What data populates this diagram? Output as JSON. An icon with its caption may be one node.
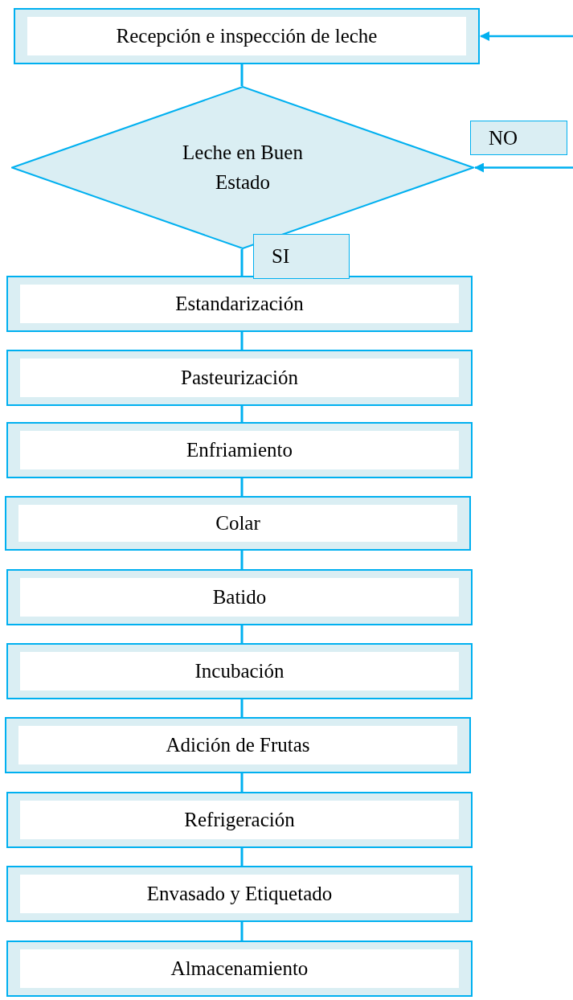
{
  "diagram": {
    "nodes": [
      {
        "text": [
          "Recepción e inspección de leche"
        ]
      },
      {
        "text": [
          "Leche en Buen Estado"
        ]
      },
      {
        "text": [
          "NO"
        ]
      },
      {
        "text": [
          "SI"
        ]
      },
      {
        "text": [
          "Estandarización"
        ]
      },
      {
        "text": [
          "Pasteurización"
        ]
      },
      {
        "text": [
          "Enfriamiento"
        ]
      },
      {
        "text": [
          "Colar"
        ]
      },
      {
        "text": [
          "Batido"
        ]
      },
      {
        "text": [
          "Incubación"
        ]
      },
      {
        "text": [
          "Adición de Frutas"
        ]
      },
      {
        "text": [
          "Refrigeración"
        ]
      },
      {
        "text": [
          "Envasado y Etiquetado"
        ]
      },
      {
        "text": [
          "Almacenamiento"
        ]
      }
    ],
    "edges": [
      {
        "from": null,
        "to": 0,
        "arrow": "to"
      },
      {
        "from": null,
        "to": 1,
        "arrow": "to"
      },
      {
        "from": 0,
        "to": 1,
        "arrow": "none"
      },
      {
        "from": 1,
        "to": 4,
        "arrow": "none"
      },
      {
        "from": 4,
        "to": 5,
        "arrow": "none"
      },
      {
        "from": 5,
        "to": 6,
        "arrow": "none"
      },
      {
        "from": 6,
        "to": 7,
        "arrow": "none"
      },
      {
        "from": 7,
        "to": 8,
        "arrow": "none"
      },
      {
        "from": 8,
        "to": 9,
        "arrow": "none"
      },
      {
        "from": 9,
        "to": 10,
        "arrow": "none"
      },
      {
        "from": 10,
        "to": 11,
        "arrow": "none"
      },
      {
        "from": 11,
        "to": 12,
        "arrow": "none"
      },
      {
        "from": 12,
        "to": 13,
        "arrow": "none"
      }
    ]
  }
}
